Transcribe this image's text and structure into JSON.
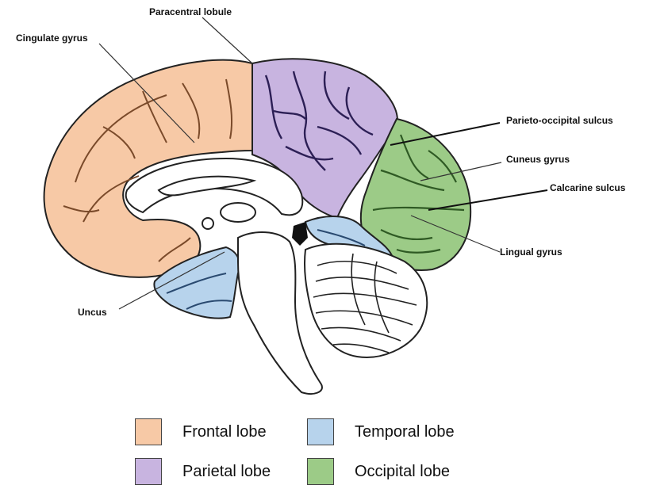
{
  "labels": {
    "paracentral": "Paracentral lobule",
    "cingulate": "Cingulate gyrus",
    "parieto_occipital": "Parieto-occipital sulcus",
    "cuneus": "Cuneus gyrus",
    "calcarine": "Calcarine sulcus",
    "lingual": "Lingual gyrus",
    "uncus": "Uncus"
  },
  "legend": {
    "frontal": {
      "label": "Frontal lobe",
      "color": "#f7c9a6"
    },
    "temporal": {
      "label": "Temporal lobe",
      "color": "#b7d3ec"
    },
    "parietal": {
      "label": "Parietal lobe",
      "color": "#c8b4e0"
    },
    "occipital": {
      "label": "Occipital lobe",
      "color": "#9ccb87"
    }
  },
  "colors": {
    "outline": "#222222",
    "frontal_sulci": "#7a4a2a",
    "parietal_sulci": "#2c1f55",
    "occipital_sulci": "#2f5a24",
    "temporal_sulci": "#2a4a70"
  }
}
